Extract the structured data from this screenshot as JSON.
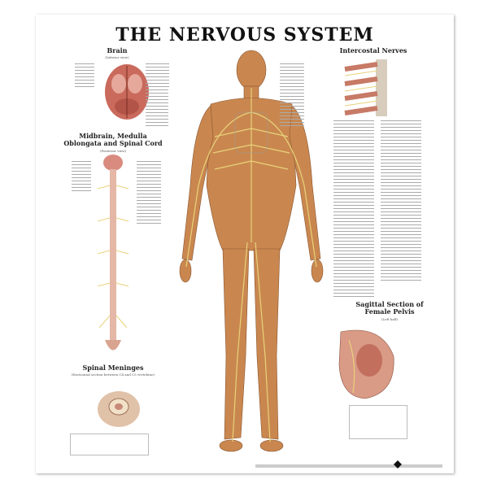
{
  "title": "THE NERVOUS SYSTEM",
  "sections": {
    "brain": {
      "title": "Brain",
      "subtitle": "(Inferior view)"
    },
    "midbrain": {
      "title": "Midbrain, Medulla Oblongata and Spinal Cord",
      "subtitle": "(Posterior view)"
    },
    "meninges": {
      "title": "Spinal Meninges",
      "subtitle": "(Horizontal section between C4 and C5 vertebrae)"
    },
    "intercostal": {
      "title": "Intercostal Nerves"
    },
    "pelvis": {
      "title": "Sagittal Section of Female Pelvis",
      "subtitle": "(Left half)"
    }
  },
  "colors": {
    "body": "#c9874f",
    "nerve": "#e8d27a",
    "brain": "#c96a5c",
    "text": "#111111"
  }
}
